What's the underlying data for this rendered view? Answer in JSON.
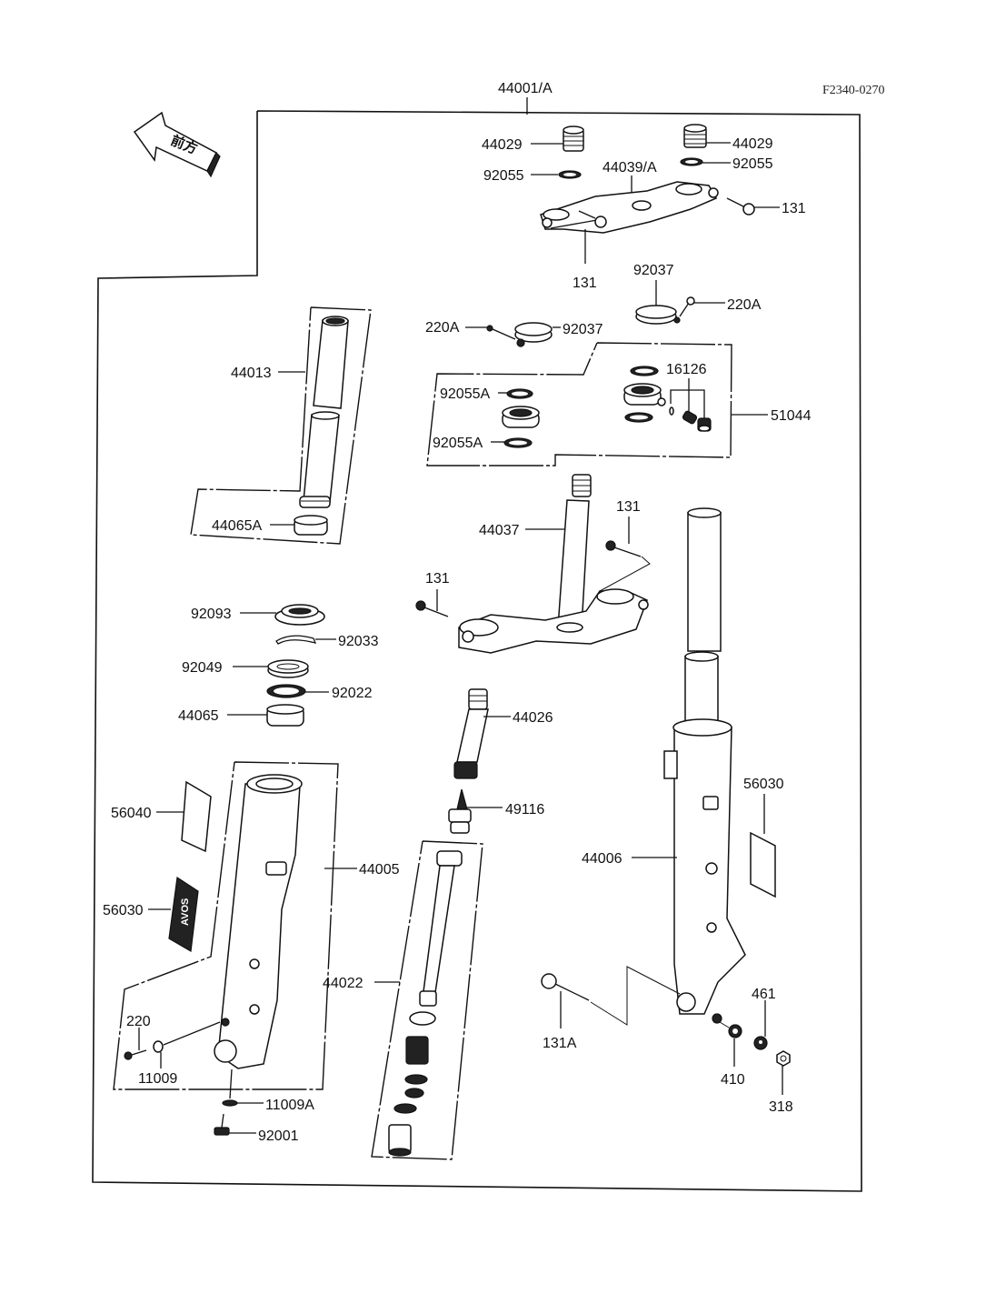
{
  "diagram": {
    "title": "Front Fork",
    "figure_code": "F2340-0270",
    "direction_arrow_text": "前方",
    "assembly_label": "44001/A",
    "labels": {
      "l44029a": "44029",
      "l44029b": "44029",
      "l92055a": "92055",
      "l92055b": "92055",
      "l44039": "44039/A",
      "l131a": "131",
      "l131b": "131",
      "l92037a": "92037",
      "l220Aa": "220A",
      "l220Ab": "220A",
      "l92037b": "92037",
      "l16126": "16126",
      "l92055Aa": "92055A",
      "l92055Ab": "92055A",
      "l51044": "51044",
      "l44013": "44013",
      "l44065A": "44065A",
      "l44037": "44037",
      "l131c": "131",
      "l131d": "131",
      "l92093": "92093",
      "l92033": "92033",
      "l92049": "92049",
      "l92022": "92022",
      "l44065": "44065",
      "l44026": "44026",
      "l49116": "49116",
      "l56040": "56040",
      "l56030a": "56030",
      "l44005": "44005",
      "l44022": "44022",
      "l220": "220",
      "l11009": "11009",
      "l11009A": "11009A",
      "l92001": "92001",
      "l56030b": "56030",
      "l44006": "44006",
      "l131A": "131A",
      "l461": "461",
      "l410": "410",
      "l318": "318"
    },
    "decal_text": "AVOS"
  }
}
